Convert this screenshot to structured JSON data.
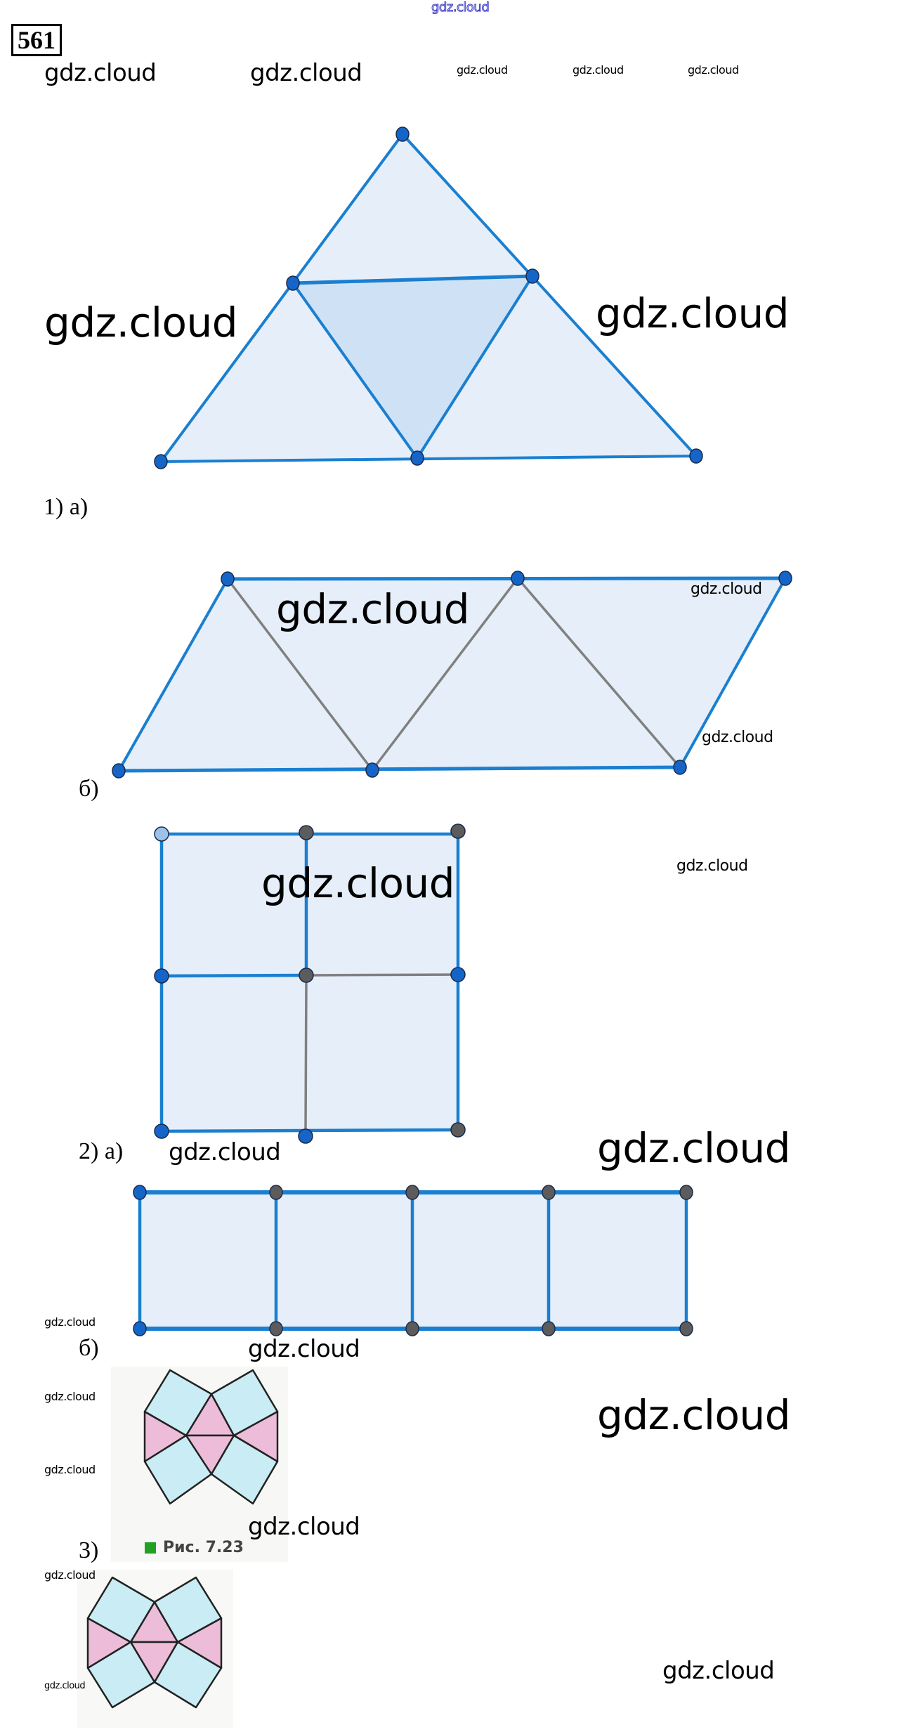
{
  "header": {
    "top_watermark": "gdz.cloud",
    "task_number": "561"
  },
  "watermarks": {
    "text": "gdz.cloud"
  },
  "parts": {
    "p1a": "1) а)",
    "p1b": "б)",
    "p2a": "2) а)",
    "p2b": "б)",
    "p3": "3)"
  },
  "figure_caption": "Рис. 7.23",
  "colors": {
    "fill_light": "#e6eef9",
    "fill_mid": "#cfe2f5",
    "edge_blue": "#1a7fd0",
    "edge_gray": "#808080",
    "vertex_blue": "#1565c8",
    "vertex_gray": "#5c5c5c",
    "tile_cyan": "#c9ecf5",
    "tile_pink": "#ecbcd8",
    "caption_square": "#22a022"
  }
}
